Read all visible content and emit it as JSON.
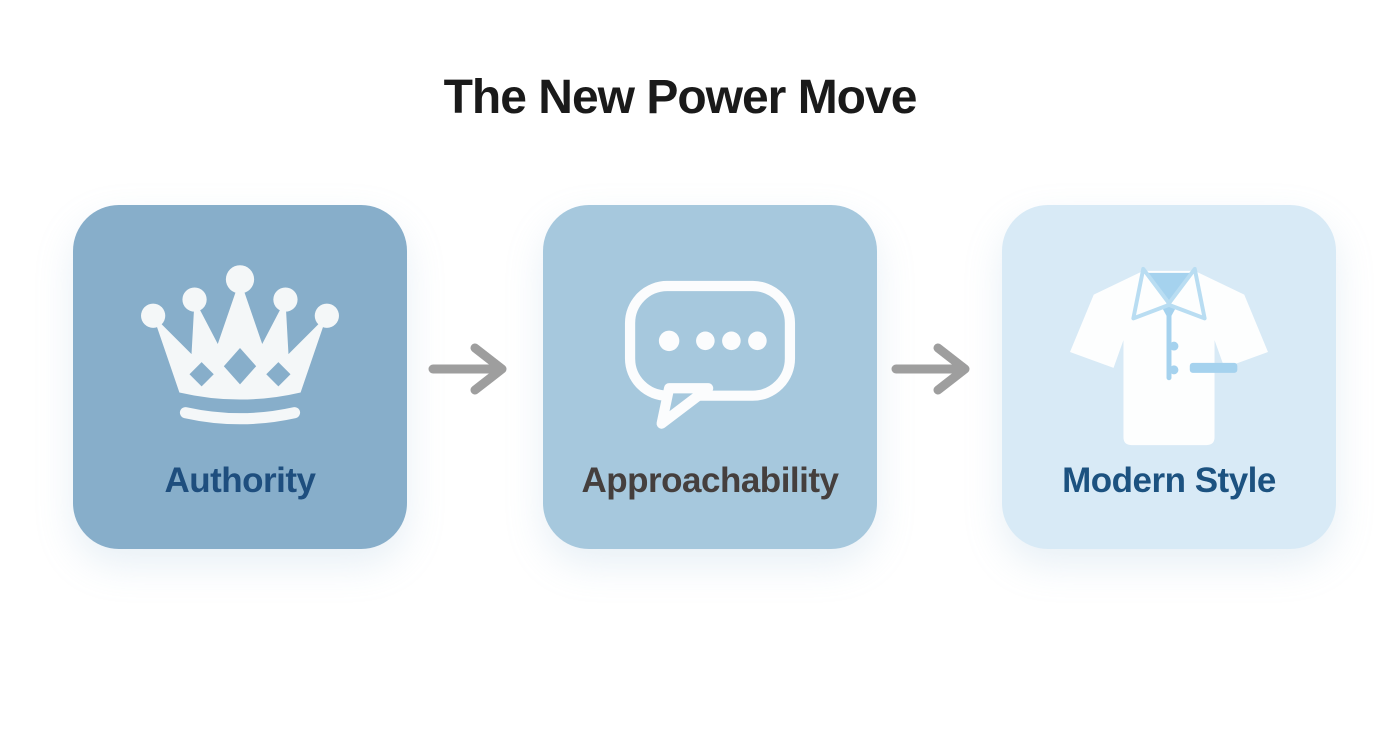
{
  "diagram": {
    "title": "The New Power Move",
    "title_color": "#1A1A1A",
    "background_color": "#FFFFFF",
    "steps": [
      {
        "label": "Authority",
        "icon": "crown-icon",
        "card_color": "#87AECA",
        "label_color": "#1E4E7E",
        "icon_color": "#F4F7F8"
      },
      {
        "label": "Approachability",
        "icon": "speech-bubble-icon",
        "card_color": "#A6C8DD",
        "label_color": "#453F3D",
        "icon_color": "#FBFCFD"
      },
      {
        "label": "Modern Style",
        "icon": "polo-shirt-icon",
        "card_color": "#D8EAF6",
        "label_color": "#1C5280",
        "icon_color": "#FDFEFE",
        "icon_accent_color": "#A5D2EE"
      }
    ],
    "connectors": [
      {
        "type": "arrow-right",
        "color": "#9E9E9E"
      },
      {
        "type": "arrow-right",
        "color": "#9E9E9E"
      }
    ]
  }
}
